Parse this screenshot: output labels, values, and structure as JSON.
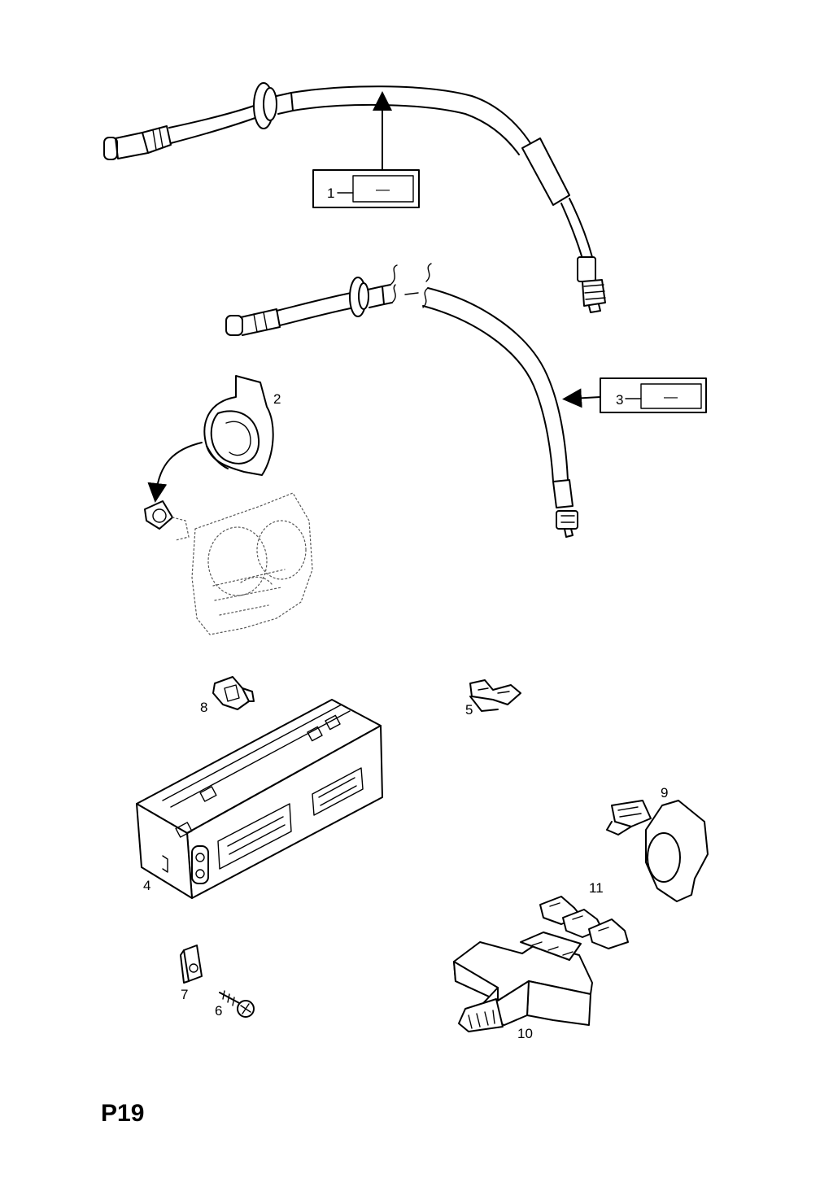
{
  "page_code": "P19",
  "callouts": [
    {
      "number": "1",
      "detail_mark": "—"
    },
    {
      "number": "3",
      "detail_mark": "—"
    }
  ],
  "part_labels": [
    {
      "id": "2",
      "text": "2"
    },
    {
      "id": "4",
      "text": "4"
    },
    {
      "id": "5",
      "text": "5"
    },
    {
      "id": "6",
      "text": "6"
    },
    {
      "id": "7",
      "text": "7"
    },
    {
      "id": "8",
      "text": "8"
    },
    {
      "id": "9",
      "text": "9"
    },
    {
      "id": "10",
      "text": "10"
    },
    {
      "id": "11",
      "text": "11"
    }
  ]
}
